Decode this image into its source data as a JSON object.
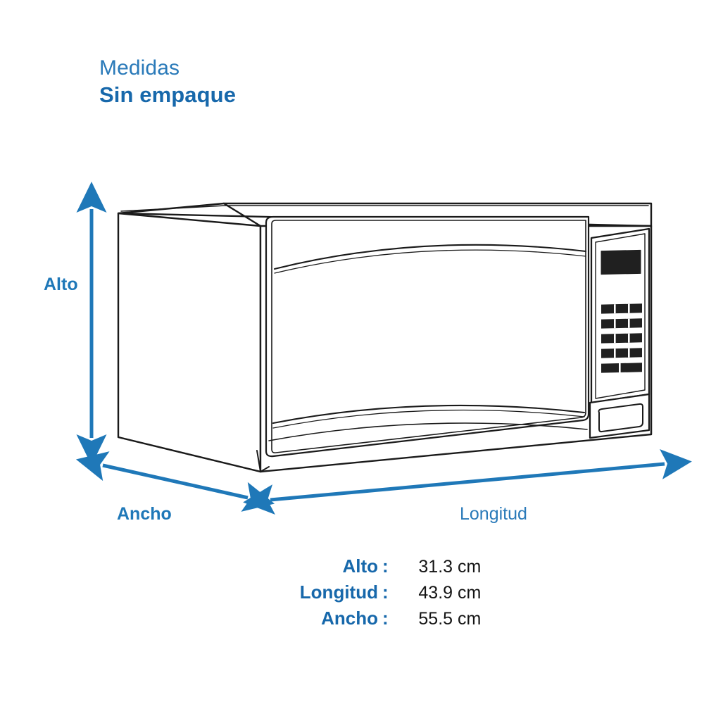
{
  "heading": {
    "line1": "Medidas",
    "line2": "Sin empaque"
  },
  "diagram": {
    "labels": {
      "height": "Alto",
      "width": "Ancho",
      "length": "Longitud"
    },
    "product": "microwave-oven",
    "arrows": [
      {
        "name": "height-arrow",
        "label": "Alto",
        "orientation": "vertical",
        "double_headed": true
      },
      {
        "name": "width-arrow",
        "label": "Ancho",
        "orientation": "diagonal",
        "double_headed": true
      },
      {
        "name": "length-arrow",
        "label": "Longitud",
        "orientation": "horizontal",
        "double_headed": true
      }
    ]
  },
  "specs": {
    "rows": [
      {
        "key": "Alto",
        "colon": ":",
        "value": "31.3 cm"
      },
      {
        "key": "Longitud",
        "colon": ":",
        "value": "43.9 cm"
      },
      {
        "key": "Ancho",
        "colon": ":",
        "value": "55.5 cm"
      }
    ]
  },
  "colors": {
    "accent_blue": "#1f78b8",
    "heading_blue_light": "#2a7ab9",
    "heading_blue_dark": "#1768ab",
    "outline_black": "#1a1a1a",
    "panel_black": "#202020",
    "background": "#ffffff"
  }
}
